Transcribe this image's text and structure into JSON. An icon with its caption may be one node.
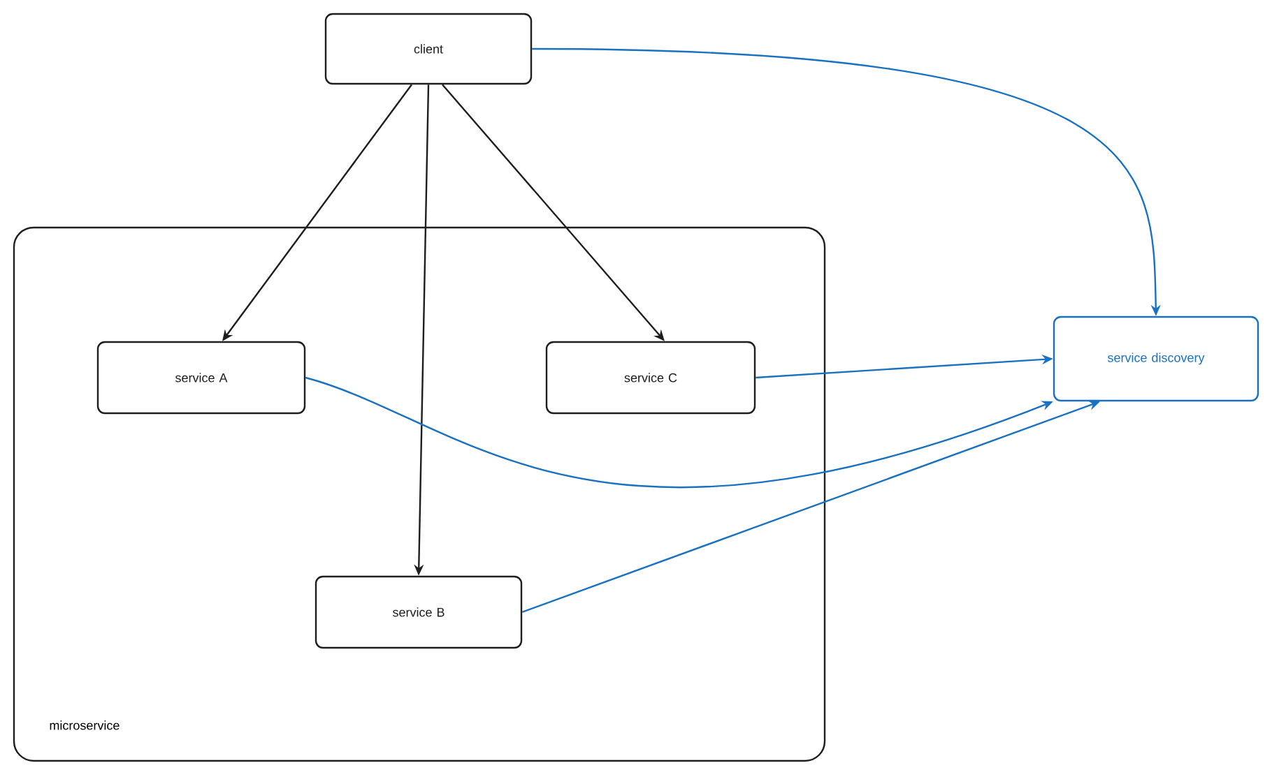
{
  "diagram": {
    "nodes": [
      {
        "text": [
          "client"
        ]
      },
      {
        "text": [
          "microservice"
        ]
      },
      {
        "text": [
          "service A"
        ],
        "in": 1
      },
      {
        "text": [
          "service C"
        ],
        "in": 1
      },
      {
        "text": [
          "service B"
        ],
        "in": 1
      },
      {
        "text": [
          "service discovery"
        ]
      }
    ],
    "edges": [
      {
        "from": 0,
        "to": 2,
        "arrow": "to",
        "color": "#1e1e1e"
      },
      {
        "from": 0,
        "to": 4,
        "arrow": "to",
        "color": "#1e1e1e"
      },
      {
        "from": 0,
        "to": 3,
        "arrow": "to",
        "color": "#1e1e1e"
      },
      {
        "from": 0,
        "to": 5,
        "arrow": "to"
      },
      {
        "from": 3,
        "to": 5,
        "arrow": "to"
      },
      {
        "from": 2,
        "to": 5,
        "arrow": "to"
      },
      {
        "from": 4,
        "to": 5,
        "arrow": "to"
      }
    ]
  }
}
